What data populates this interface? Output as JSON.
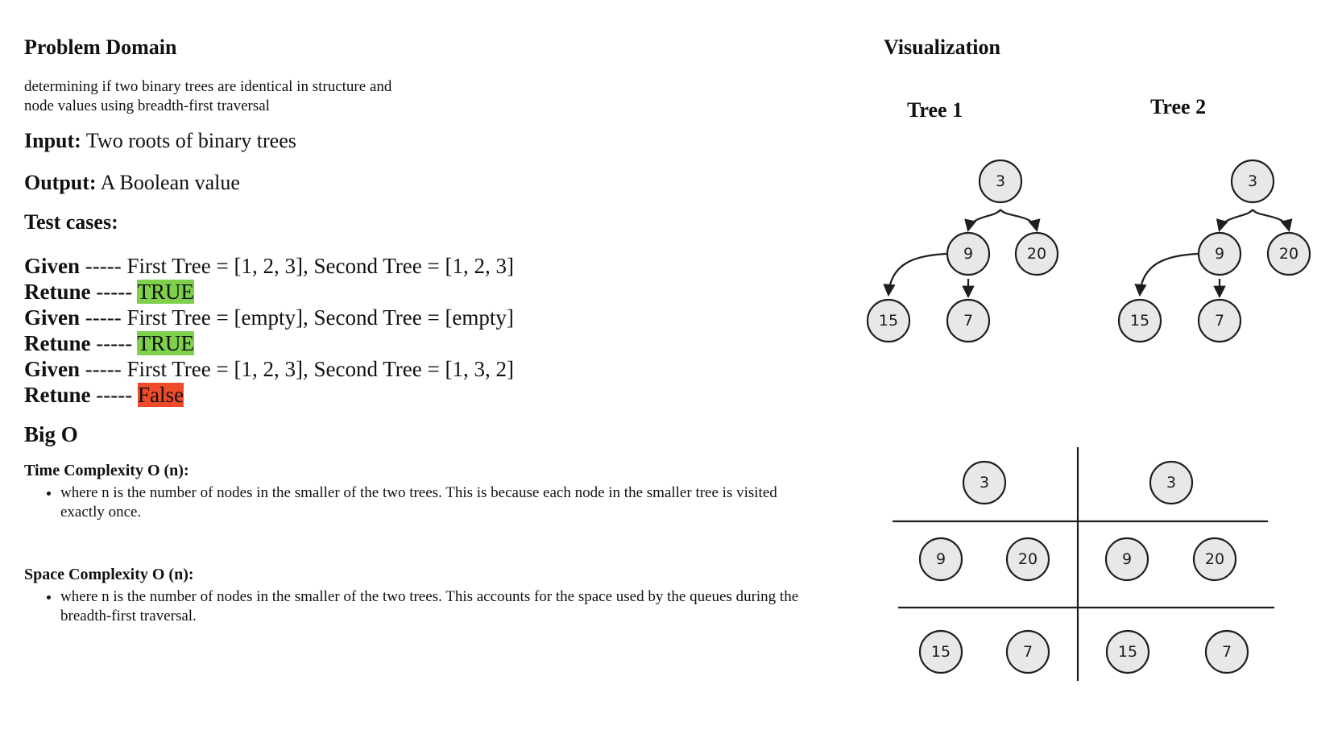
{
  "problem": {
    "heading": "Problem Domain",
    "description": "determining if two binary trees are identical in structure and node values using breadth-first traversal"
  },
  "input": {
    "label": "Input:",
    "value": " Two roots of binary trees"
  },
  "output": {
    "label": "Output:",
    "value": " A Boolean value"
  },
  "test_cases": {
    "heading": "Test cases:",
    "cases": [
      {
        "given_label": "Given",
        "given_sep": " ----- ",
        "given_text": "First Tree = [1, 2, 3], Second Tree = [1, 2, 3]",
        "return_label": "Retune",
        "return_sep": " ----- ",
        "return_value": "TRUE",
        "return_color": "#7ed04d"
      },
      {
        "given_label": "Given",
        "given_sep": " ----- ",
        "given_text": "First Tree = [empty], Second Tree = [empty]",
        "return_label": "Retune",
        "return_sep": " ----- ",
        "return_value": "TRUE",
        "return_color": "#7ed04d"
      },
      {
        "given_label": "Given",
        "given_sep": " ----- ",
        "given_text": "First Tree = [1, 2, 3], Second Tree = [1, 3, 2]",
        "return_label": "Retune",
        "return_sep": " ----- ",
        "return_value": "False",
        "return_color": "#ef4a2a"
      }
    ]
  },
  "big_o": {
    "heading": "Big O",
    "time": {
      "title": "Time Complexity O (n):",
      "bullet": "where n is the number of nodes in the smaller of the two trees. This is because each node in the smaller tree is visited exactly once."
    },
    "space": {
      "title": "Space Complexity O (n):",
      "bullet": "where n is the number of nodes in the smaller of the two trees. This accounts for the space used by the queues during the breadth-first traversal."
    }
  },
  "visualization": {
    "heading": "Visualization",
    "tree1": {
      "label": "Tree 1",
      "root": "3",
      "left": "9",
      "right": "20",
      "left_left": "15",
      "left_right": "7"
    },
    "tree2": {
      "label": "Tree 2",
      "root": "3",
      "left": "9",
      "right": "20",
      "left_left": "15",
      "left_right": "7"
    },
    "comparison": {
      "left_col": {
        "level0": [
          "3"
        ],
        "level1": [
          "9",
          "20"
        ],
        "level2": [
          "15",
          "7"
        ]
      },
      "right_col": {
        "level0": [
          "3"
        ],
        "level1": [
          "9",
          "20"
        ],
        "level2": [
          "15",
          "7"
        ]
      }
    }
  },
  "colors": {
    "node_fill": "#e8e8e8",
    "stroke": "#1e1e1e",
    "true_highlight": "#7ed04d",
    "false_highlight": "#ef4a2a"
  }
}
